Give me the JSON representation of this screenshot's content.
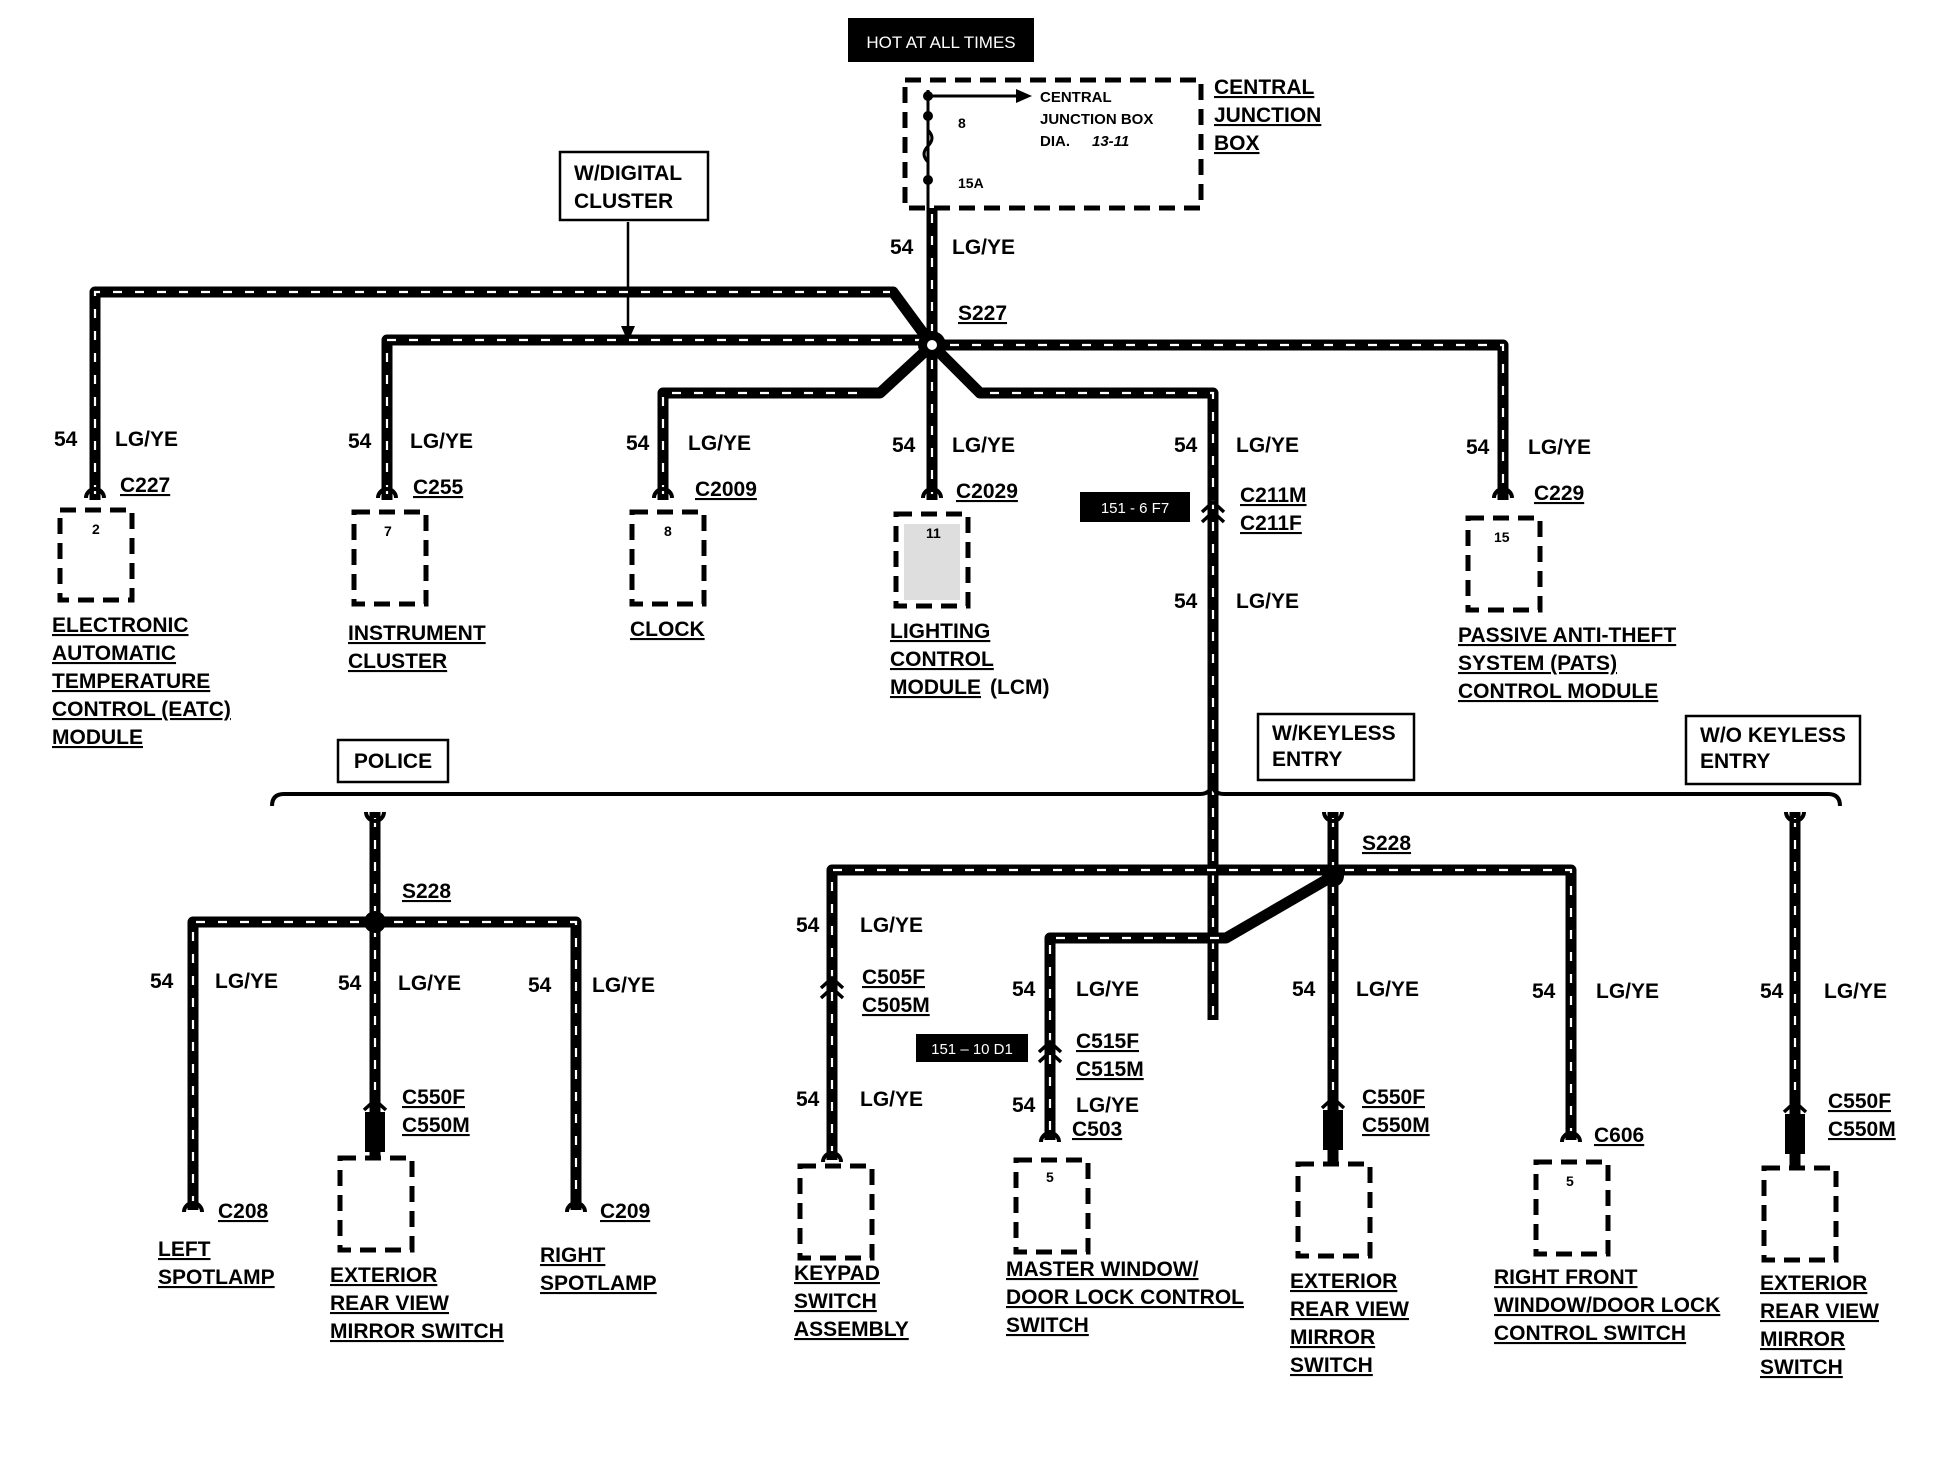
{
  "header": {
    "hot_label": "HOT AT ALL TIMES"
  },
  "junction_box": {
    "title": [
      "CENTRAL",
      "JUNCTION",
      "BOX"
    ],
    "inner": [
      "CENTRAL",
      "JUNCTION BOX",
      "DIA.",
      "13-11"
    ],
    "fuse_number": "8",
    "fuse_rating": "15A"
  },
  "wire": {
    "circuit": "54",
    "color": "LG/YE"
  },
  "splices": {
    "main": "S227",
    "lower": "S228"
  },
  "option_boxes": {
    "digital_cluster": [
      "W/DIGITAL",
      "CLUSTER"
    ],
    "police": "POLICE",
    "keyless": [
      "W/KEYLESS",
      "ENTRY"
    ],
    "no_keyless": [
      "W/O KEYLESS",
      "ENTRY"
    ]
  },
  "refs": {
    "c211": "151 - 6 F7",
    "c515": "151 – 10 D1"
  },
  "components": {
    "eatc": {
      "connector": "C227",
      "pin": "2",
      "name": [
        "ELECTRONIC",
        "AUTOMATIC",
        "TEMPERATURE",
        "CONTROL (EATC)",
        "MODULE"
      ]
    },
    "cluster": {
      "connector": "C255",
      "pin": "7",
      "name": [
        "INSTRUMENT",
        "CLUSTER"
      ]
    },
    "clock": {
      "connector": "C2009",
      "pin": "8",
      "name": [
        "CLOCK"
      ]
    },
    "lcm": {
      "connector": "C2029",
      "pin": "11",
      "name": [
        "LIGHTING",
        "CONTROL",
        "MODULE"
      ],
      "suffix": "(LCM)"
    },
    "inline_c211": {
      "female": "C211M",
      "male": "C211F"
    },
    "pats": {
      "connector": "C229",
      "pin": "15",
      "name": [
        "PASSIVE ANTI-THEFT",
        "SYSTEM (PATS)",
        "CONTROL MODULE"
      ]
    },
    "left_spot": {
      "connector": "C208",
      "name": [
        "LEFT",
        "SPOTLAMP"
      ]
    },
    "police_mirror": {
      "connector_f": "C550F",
      "connector_m": "C550M",
      "name": [
        "EXTERIOR",
        "REAR VIEW",
        "MIRROR SWITCH"
      ]
    },
    "right_spot": {
      "connector": "C209",
      "name": [
        "RIGHT",
        "SPOTLAMP"
      ]
    },
    "keypad": {
      "connector_f": "C505F",
      "connector_m": "C505M",
      "name": [
        "KEYPAD",
        "SWITCH",
        "ASSEMBLY"
      ]
    },
    "master_window": {
      "connector_f": "C515F",
      "connector_m": "C515M",
      "connector": "C503",
      "pin": "5",
      "name": [
        "MASTER WINDOW/",
        "DOOR LOCK CONTROL",
        "SWITCH"
      ]
    },
    "kl_mirror": {
      "connector_f": "C550F",
      "connector_m": "C550M",
      "name": [
        "EXTERIOR",
        "REAR VIEW",
        "MIRROR",
        "SWITCH"
      ]
    },
    "rf_window": {
      "connector": "C606",
      "pin": "5",
      "name": [
        "RIGHT FRONT",
        "WINDOW/DOOR LOCK",
        "CONTROL SWITCH"
      ]
    },
    "nokl_mirror": {
      "connector_f": "C550F",
      "connector_m": "C550M",
      "name": [
        "EXTERIOR",
        "REAR VIEW",
        "MIRROR",
        "SWITCH"
      ]
    }
  }
}
